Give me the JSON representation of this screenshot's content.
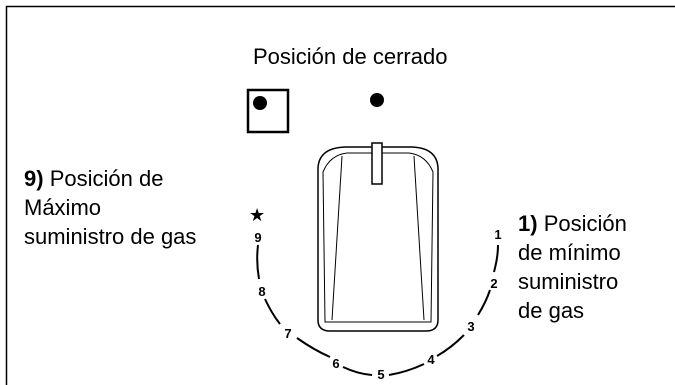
{
  "closed_label": "Posición de cerrado",
  "max_label": {
    "number": "9)",
    "line1": "Posición de",
    "line2": "Máximo",
    "line3": "suministro de gas"
  },
  "min_label": {
    "number": "1)",
    "line1": "Posición",
    "line2": "de mínimo",
    "line3": "suministro",
    "line4": "de gas"
  },
  "max_symbol": "★",
  "scale_numbers": [
    "1",
    "2",
    "3",
    "4",
    "5",
    "6",
    "7",
    "8",
    "9"
  ]
}
